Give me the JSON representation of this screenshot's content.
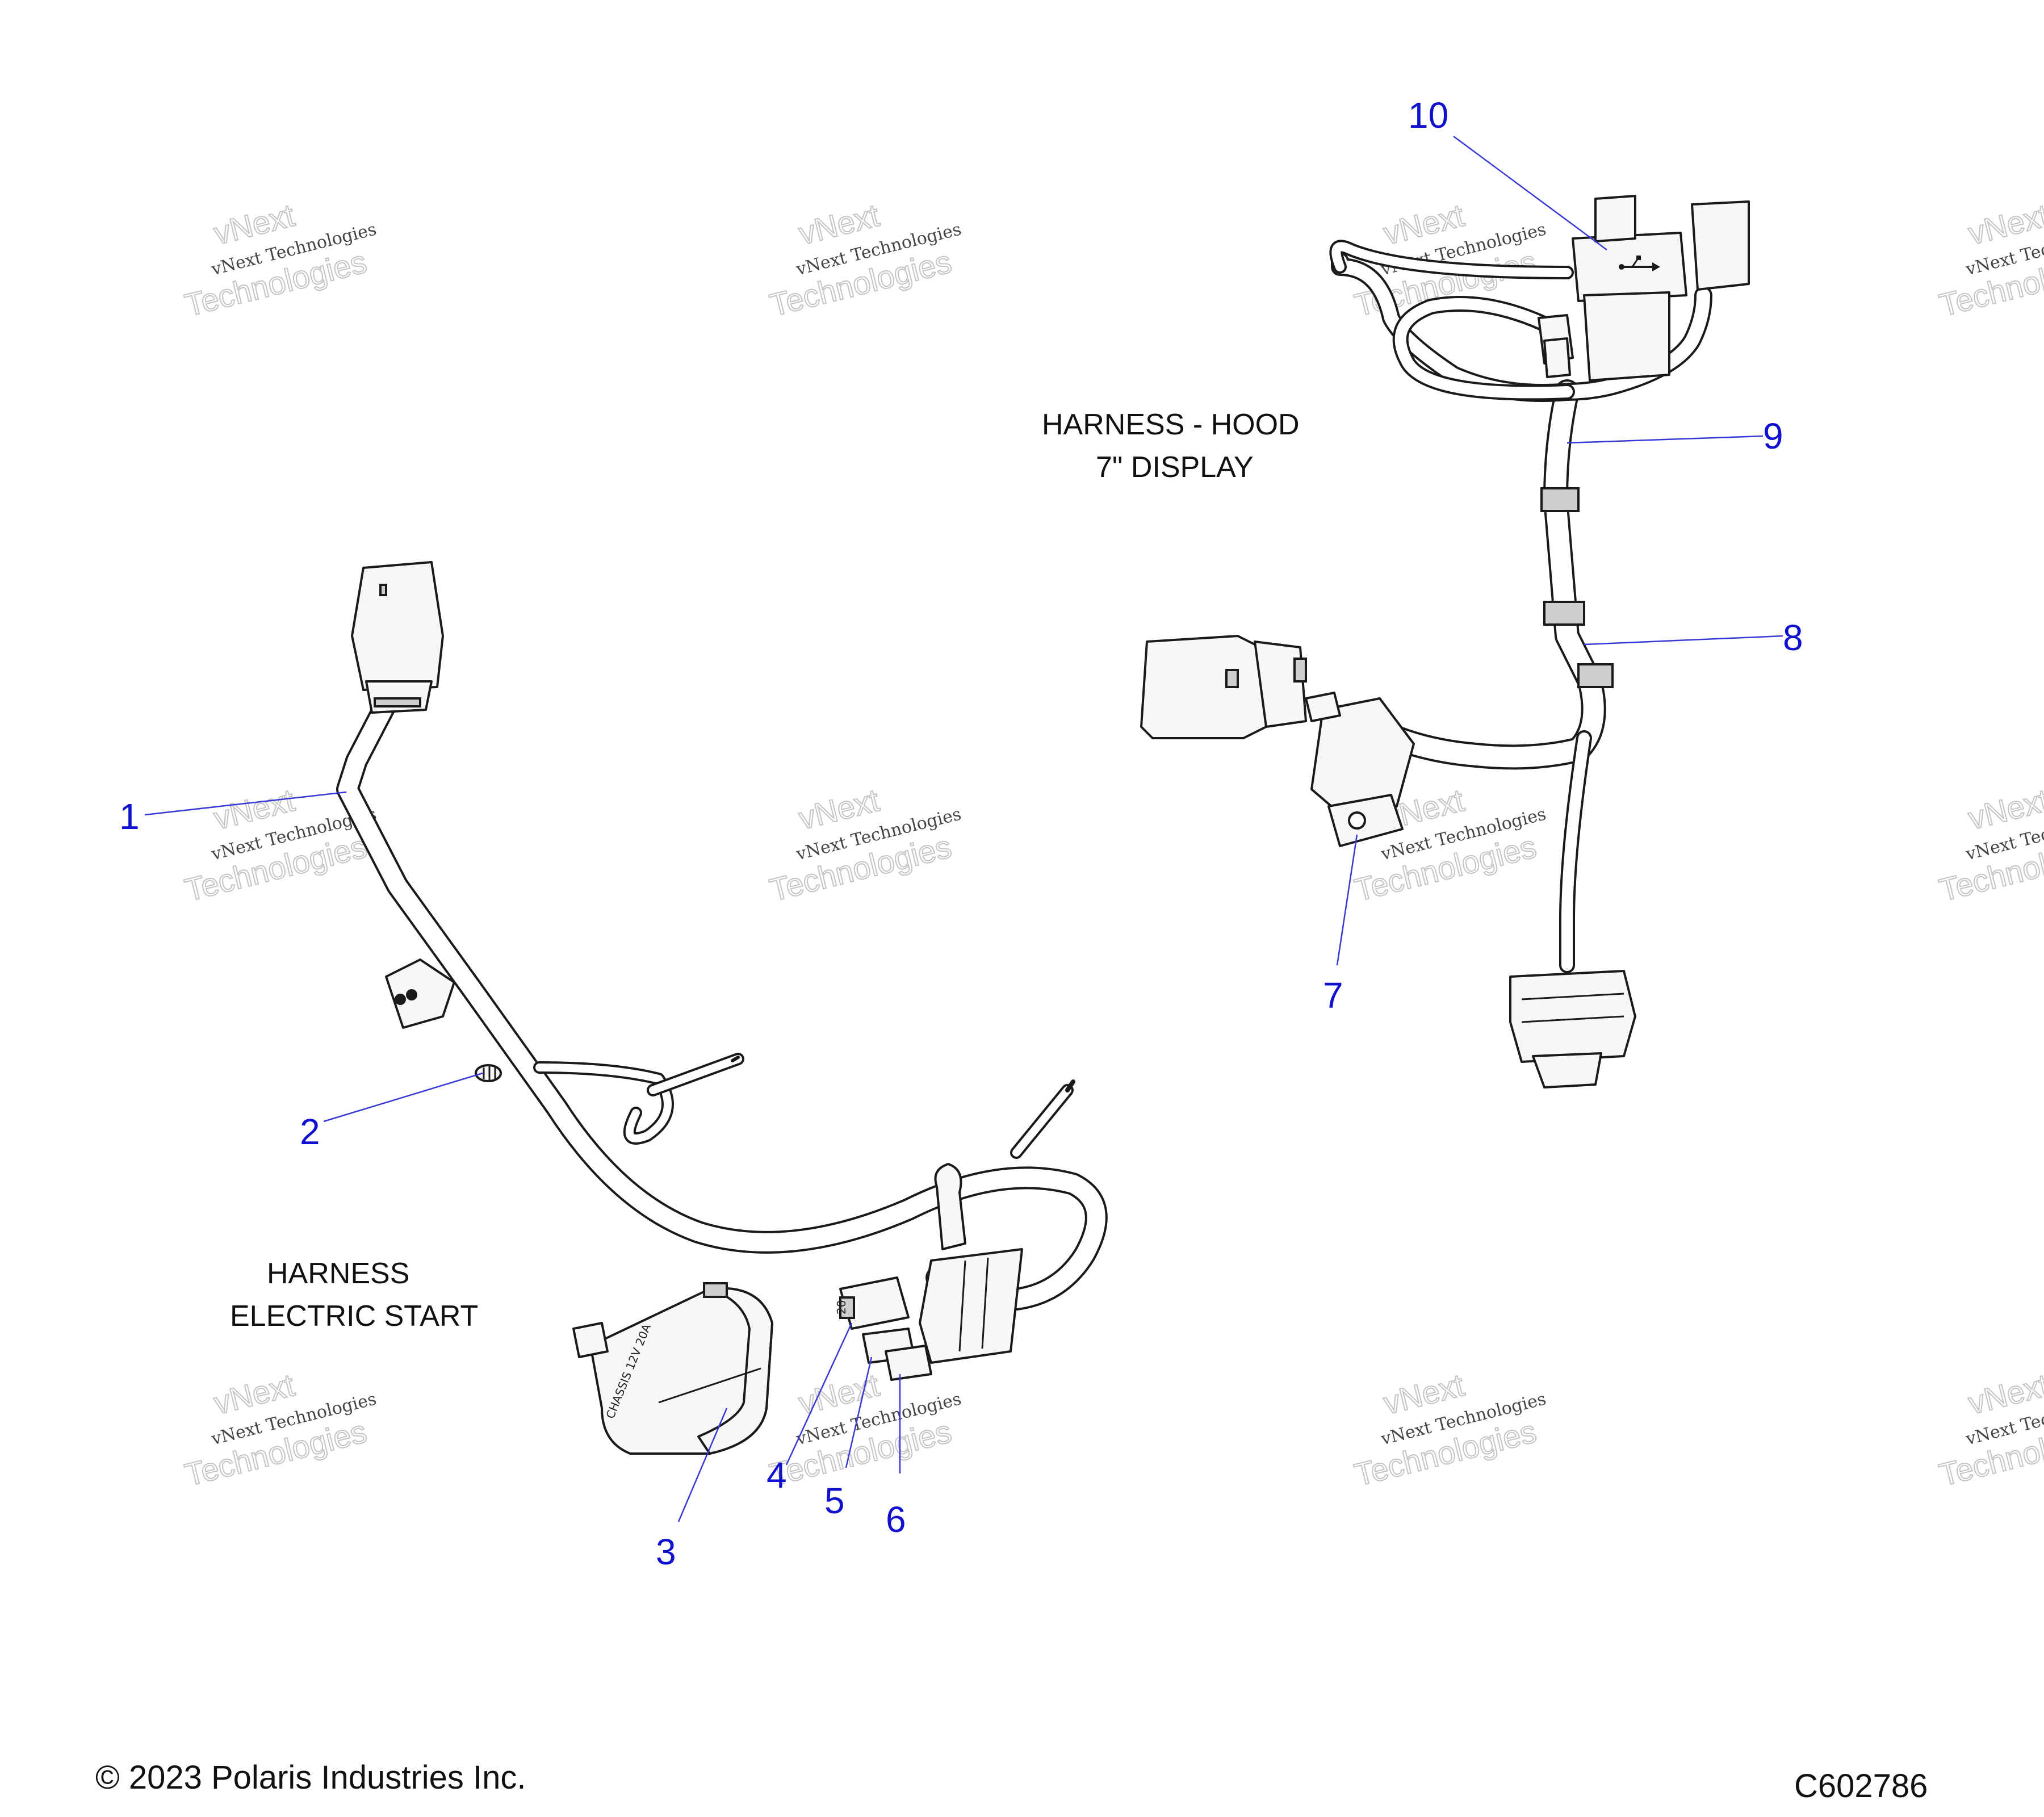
{
  "titles": {
    "electric_start_line1": "HARNESS",
    "electric_start_line2": "ELECTRIC START",
    "hood_line1": "HARNESS - HOOD",
    "hood_line2": "7\" DISPLAY"
  },
  "callouts": [
    "1",
    "2",
    "3",
    "4",
    "5",
    "6",
    "7",
    "8",
    "9",
    "10"
  ],
  "part_labels": {
    "fuse_label": "20",
    "relay_text": "CHASSIS 12V 20A"
  },
  "watermark": {
    "top": "vNext",
    "line": "vNext Technologies",
    "bottom": "Technologies"
  },
  "footer": {
    "copyright": "© 2023 Polaris Industries Inc.",
    "code": "C602786"
  },
  "icons": {
    "usb": "usb-icon"
  }
}
